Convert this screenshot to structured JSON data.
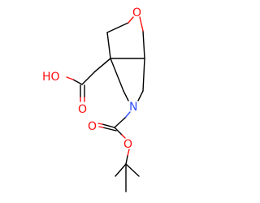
{
  "molecule": {
    "atoms": {
      "ring_oxygen": "O",
      "acid_hydroxyl": "HO",
      "acid_carbonyl_oxygen": "O",
      "nitrogen": "N",
      "boc_carbonyl_oxygen": "O",
      "boc_ester_oxygen": "O"
    },
    "colors": {
      "oxygen": "#ff0d0d",
      "nitrogen": "#3050f8",
      "carbon_bond": "#000000"
    }
  }
}
